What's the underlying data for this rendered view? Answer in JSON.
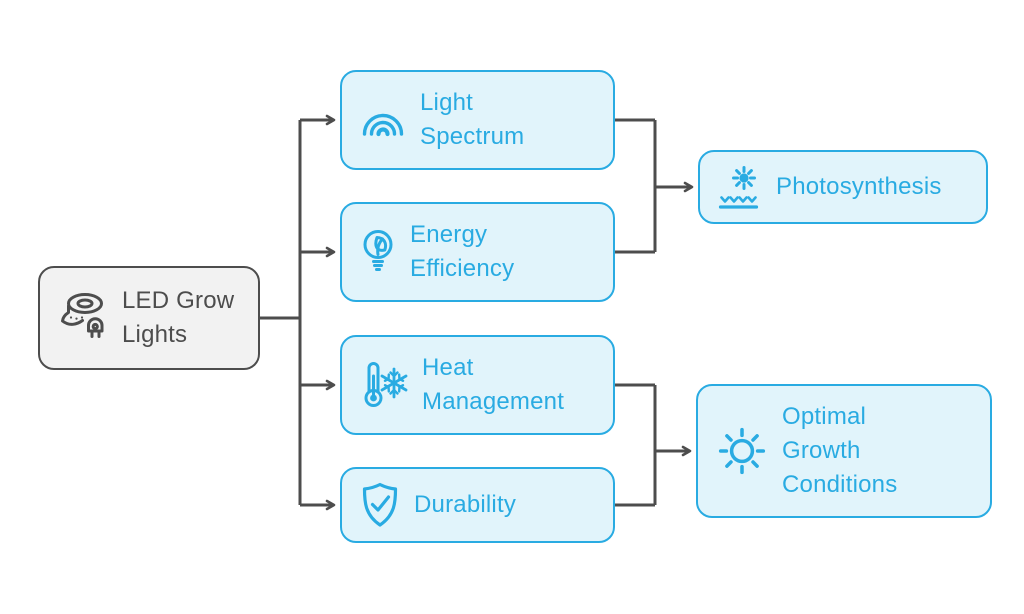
{
  "diagram": {
    "type": "flowchart",
    "colors": {
      "accent": "#29ABE2",
      "accent_fill": "#E1F4FB",
      "dark": "#4D4D4D",
      "root_fill": "#F2F2F2",
      "background": "#FFFFFF"
    },
    "root": {
      "label": "LED Grow\nLights",
      "icon": "led-strip-icon"
    },
    "factors": [
      {
        "label": "Light\nSpectrum",
        "icon": "light-spectrum-icon"
      },
      {
        "label": "Energy\nEfficiency",
        "icon": "bulb-leaf-icon"
      },
      {
        "label": "Heat\nManagement",
        "icon": "thermometer-snowflake-icon"
      },
      {
        "label": "Durability",
        "icon": "shield-check-icon"
      }
    ],
    "outcomes": [
      {
        "label": "Photosynthesis",
        "icon": "sun-sprout-icon"
      },
      {
        "label": "Optimal\nGrowth\nConditions",
        "icon": "sun-icon"
      }
    ],
    "edges": [
      "LED Grow Lights -> Light Spectrum",
      "LED Grow Lights -> Energy Efficiency",
      "LED Grow Lights -> Heat Management",
      "LED Grow Lights -> Durability",
      "Light Spectrum -> Photosynthesis",
      "Energy Efficiency -> Photosynthesis",
      "Heat Management -> Optimal Growth Conditions",
      "Durability -> Optimal Growth Conditions"
    ]
  }
}
